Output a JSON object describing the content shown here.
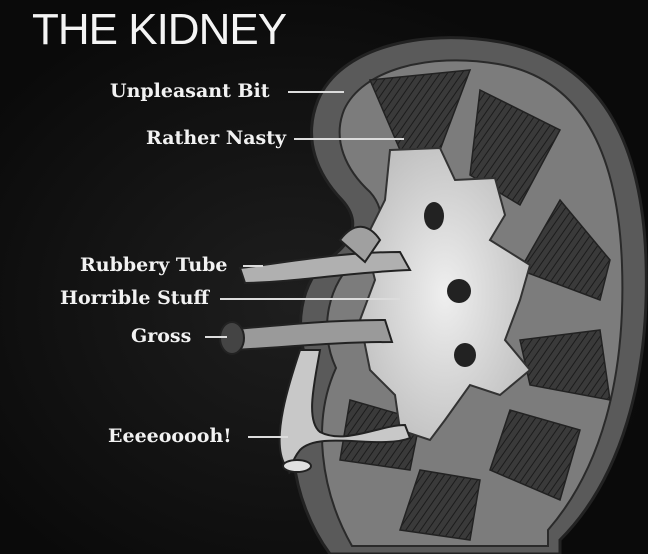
{
  "title": "THE KIDNEY",
  "labels": [
    {
      "id": "unpleasant",
      "text": "Unpleasant Bit"
    },
    {
      "id": "nasty",
      "text": "Rather Nasty"
    },
    {
      "id": "rubbery",
      "text": "Rubbery Tube"
    },
    {
      "id": "horrible",
      "text": "Horrible Stuff"
    },
    {
      "id": "gross",
      "text": "Gross"
    },
    {
      "id": "eeeoooh",
      "text": "Eeeeooooh!"
    }
  ],
  "colors": {
    "background": "#0d0d0d",
    "text": "#f2f2f2",
    "capsule": "#5a5a5a",
    "cortex": "#7c7c7c",
    "medulla": "#3a3a3a",
    "pelvis": "#d8d8d8"
  }
}
